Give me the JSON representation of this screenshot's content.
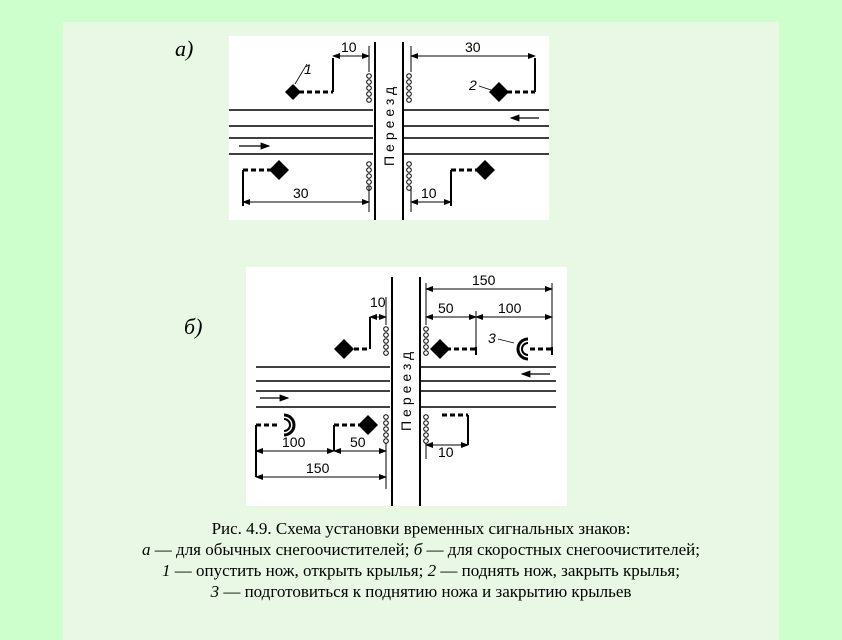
{
  "figure_a": {
    "label": "а)",
    "crossing_text": "Переезд",
    "dim_left_top": "10",
    "dim_right_top": "30",
    "dim_left_bottom": "30",
    "dim_right_bottom": "10",
    "sign_num_1": "1",
    "sign_num_2": "2"
  },
  "figure_b": {
    "label": "б)",
    "crossing_text": "Переезд",
    "dim_top_150": "150",
    "dim_top_10": "10",
    "dim_top_50": "50",
    "dim_top_100": "100",
    "dim_bottom_100": "100",
    "dim_bottom_50": "50",
    "dim_bottom_150": "150",
    "dim_bottom_10": "10",
    "sign_num_3": "3"
  },
  "caption": {
    "line1": "Рис. 4.9. Схема установки временных сигнальных знаков:",
    "line2_a": "а",
    "line2_text1": " — для обычных снегоочистителей; ",
    "line2_b": "б",
    "line2_text2": " — для скоростных снегоочистителей;",
    "line3_1": "1",
    "line3_text1": " — опустить нож, открыть крылья; ",
    "line3_2": "2",
    "line3_text2": " — поднять нож, закрыть крылья;",
    "line4_3": "3",
    "line4_text": " — подготовиться к поднятию ножа и закрытию крыльев"
  }
}
